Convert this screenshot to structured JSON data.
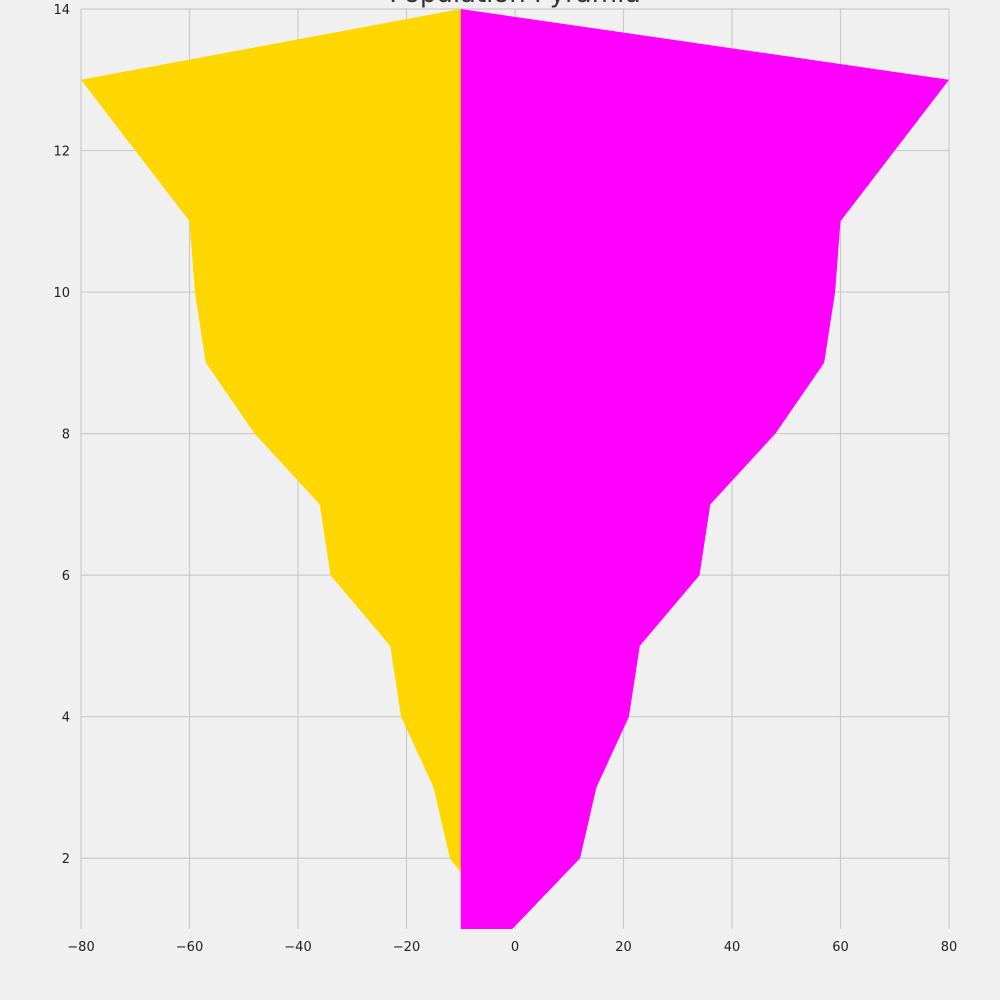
{
  "chart_data": {
    "type": "area",
    "title": "Population Pyramid",
    "xlabel": "",
    "ylabel": "",
    "xlim": [
      -80,
      80
    ],
    "ylim": [
      1,
      14
    ],
    "xticks": [
      -80,
      -60,
      -40,
      -20,
      0,
      20,
      40,
      60,
      80
    ],
    "yticks": [
      2,
      4,
      6,
      8,
      10,
      12,
      14
    ],
    "tick_labels_x": [
      "−80",
      "−60",
      "−40",
      "−20",
      "0",
      "20",
      "40",
      "60",
      "80"
    ],
    "tick_labels_y": [
      "2",
      "4",
      "6",
      "8",
      "10",
      "12",
      "14"
    ],
    "grid": true,
    "baseline_x": -10,
    "series": [
      {
        "color": "#ffd700",
        "side": "left",
        "y": [
          1.8,
          2,
          3,
          4,
          5,
          6,
          7,
          8,
          9,
          10,
          11,
          13,
          14
        ],
        "x": [
          -10,
          -12,
          -15,
          -21,
          -23,
          -34,
          -36,
          -48,
          -57,
          -59,
          -60,
          -80,
          -10
        ]
      },
      {
        "color": "#ff00ff",
        "side": "right",
        "y": [
          1,
          2,
          3,
          4,
          5,
          6,
          7,
          8,
          9,
          10,
          11,
          13,
          14
        ],
        "x": [
          -0.5,
          12,
          15,
          21,
          23,
          34,
          36,
          48,
          57,
          59,
          60,
          80,
          -10
        ]
      }
    ]
  }
}
